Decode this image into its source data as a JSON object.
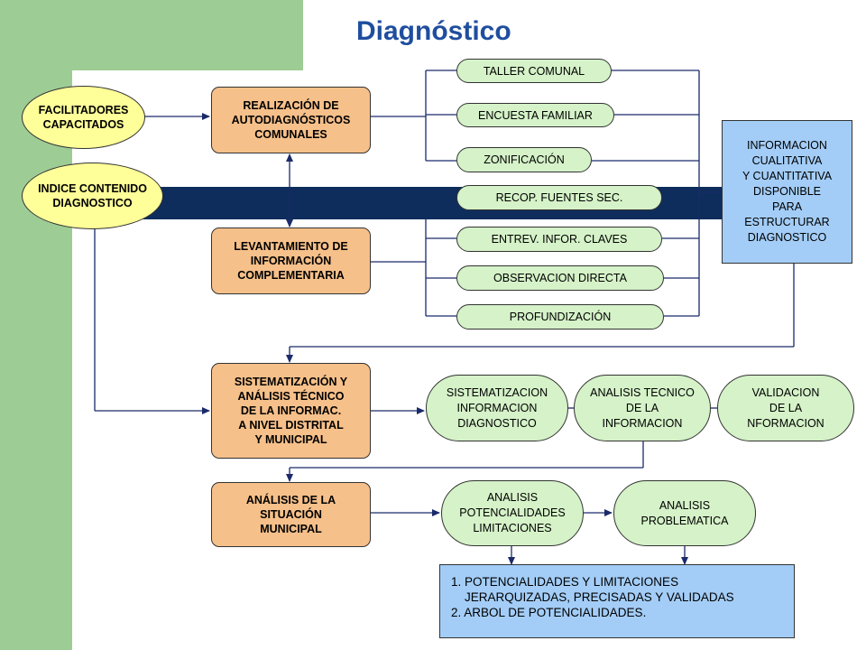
{
  "title": "Diagnóstico",
  "inputs": {
    "facilitadores": "FACILITADORES\nCAPACITADOS",
    "indice": "INDICE CONTENIDO\nDIAGNOSTICO"
  },
  "steps": {
    "realizacion": "REALIZACIÓN DE\nAUTODIAGNÓSTICOS\nCOMUNALES",
    "levantamiento": "LEVANTAMIENTO DE\nINFORMACIÓN\nCOMPLEMENTARIA",
    "sistematizacion": "SISTEMATIZACIÓN Y\nANÁLISIS TÉCNICO\nDE LA INFORMAC.\nA NIVEL DISTRITAL\nY MUNICIPAL",
    "analisis": "ANÁLISIS DE LA\nSITUACIÓN\nMUNICIPAL"
  },
  "methods": [
    "TALLER COMUNAL",
    "ENCUESTA FAMILIAR",
    "ZONIFICACIÓN",
    "RECOP. FUENTES SEC.",
    "ENTREV. INFOR. CLAVES",
    "OBSERVACION DIRECTA",
    "PROFUNDIZACIÓN"
  ],
  "info_box": "INFORMACION\nCUALITATIVA\nY CUANTITATIVA\nDISPONIBLE\nPARA\nESTRUCTURAR\nDIAGNOSTICO",
  "sist_circles": [
    "SISTEMATIZACION\nINFORMACION\nDIAGNOSTICO",
    "ANALISIS TECNICO\nDE LA\nINFORMACION",
    "VALIDACION\nDE LA\nNFORMACION"
  ],
  "analysis_circles": [
    "ANALISIS\nPOTENCIALIDADES\nLIMITACIONES",
    "ANALISIS\nPROBLEMATICA"
  ],
  "results": [
    "1. POTENCIALIDADES Y LIMITACIONES",
    "    JERARQUIZADAS, PRECISADAS Y VALIDADAS",
    "2. ARBOL DE POTENCIALIDADES."
  ],
  "colors": {
    "process_box": "#f6c08a",
    "input_ellipse": "#ffff99",
    "method_pill": "#d5f2c8",
    "info_box": "#a3cdf7",
    "band": "#0e2d5c",
    "title": "#1f4e9e",
    "side_panel": "#9dcc94"
  }
}
